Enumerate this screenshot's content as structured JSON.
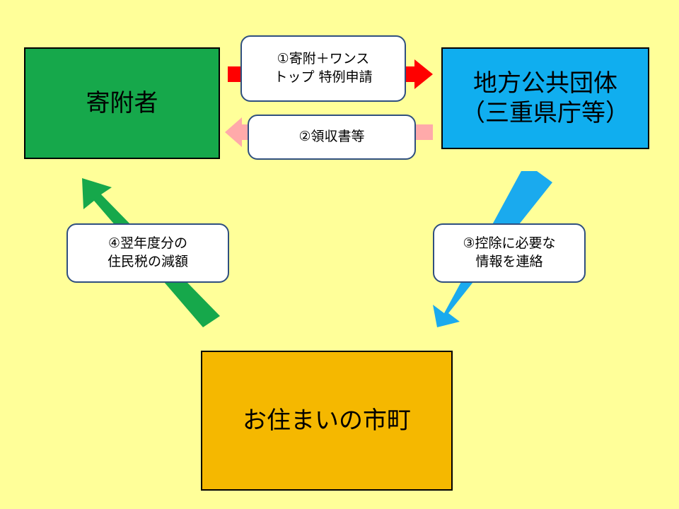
{
  "nodes": {
    "donor": {
      "label": "寄附者",
      "color": "#16A84B"
    },
    "government": {
      "label": "地方公共団体\n（三重県庁等）",
      "color": "#10AEEF"
    },
    "municipality": {
      "label": "お住まいの市町",
      "color": "#F5B800"
    }
  },
  "steps": {
    "step1": {
      "label": "①寄附＋ワンス\nトップ 特例申請",
      "arrow_color": "#FF0000"
    },
    "step2": {
      "label": "②領収書等",
      "arrow_color": "#FFAAAA"
    },
    "step3": {
      "label": "③控除に必要な\n情報を連絡",
      "arrow_color": "#1AAAEE"
    },
    "step4": {
      "label": "④翌年度分の\n住民税の減額",
      "arrow_color": "#16A84B"
    }
  }
}
